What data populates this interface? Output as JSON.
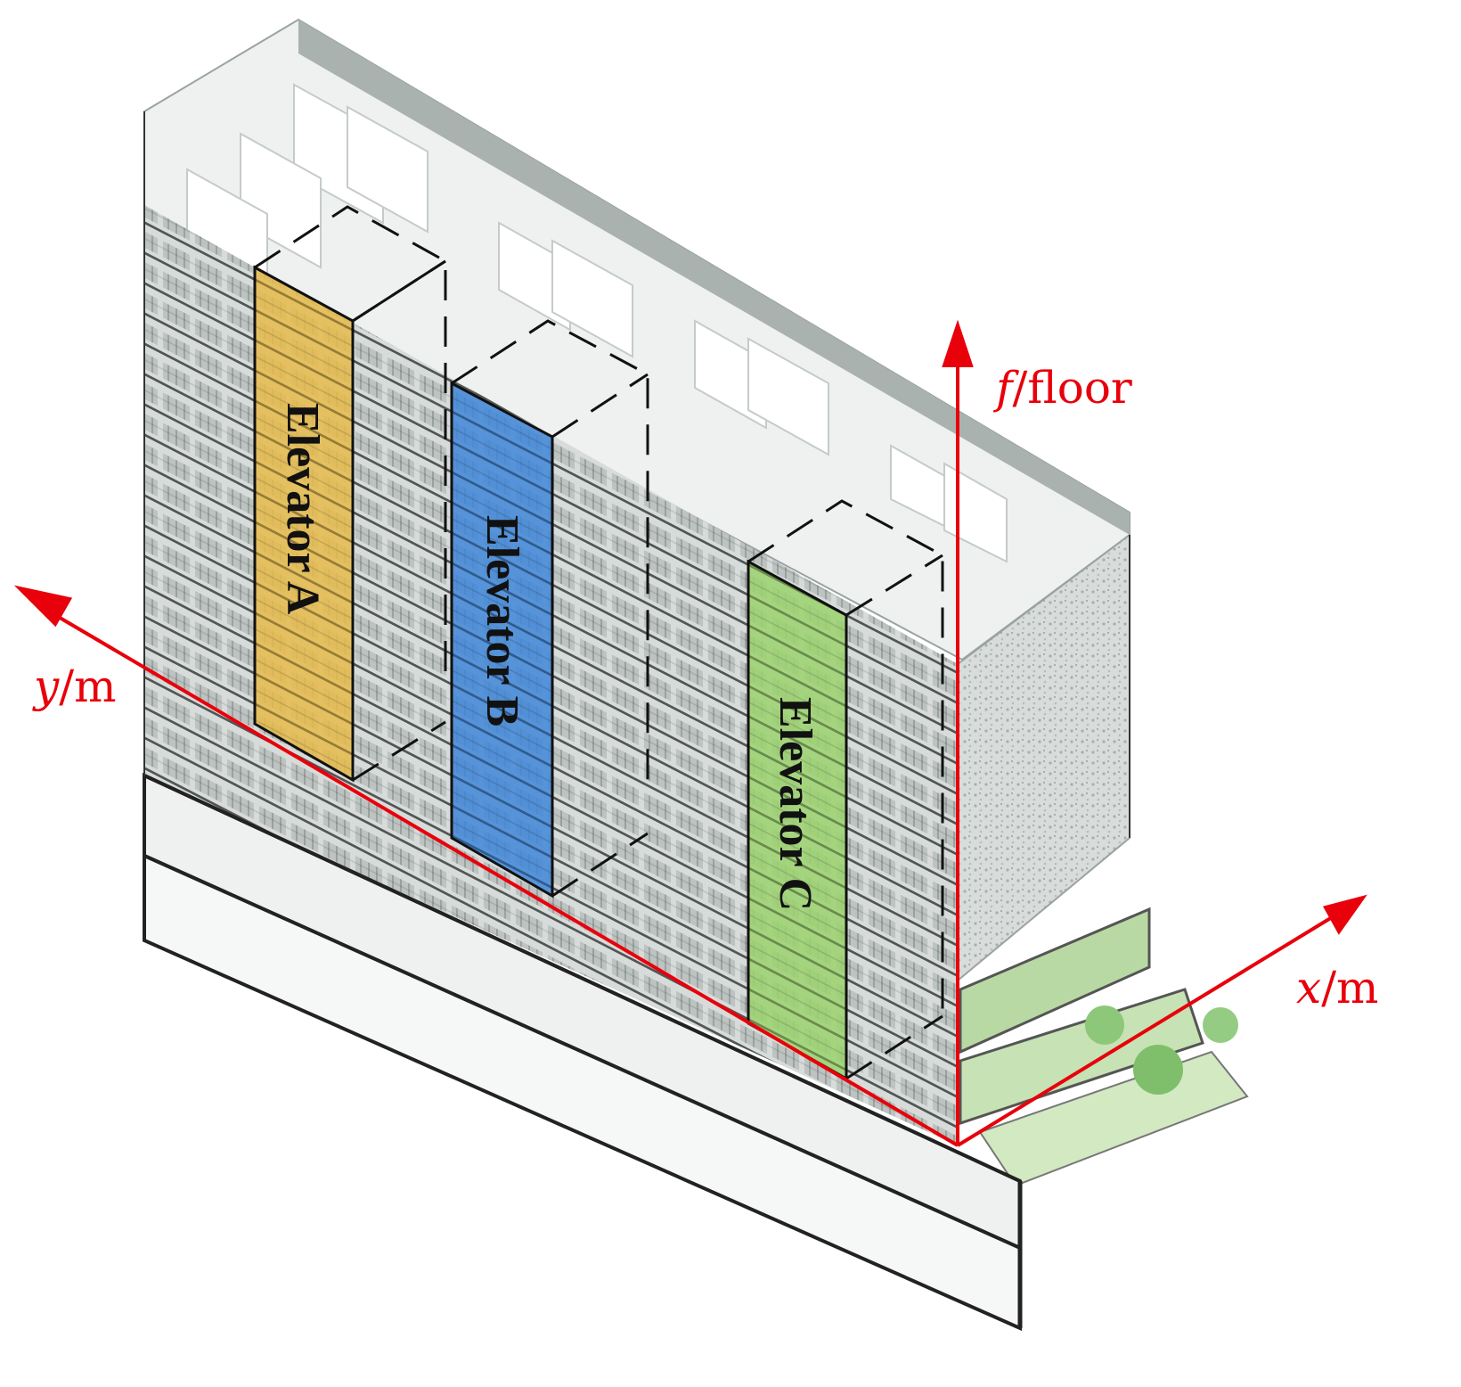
{
  "axes": {
    "f": {
      "symbol": "f",
      "unit": "/floor"
    },
    "y": {
      "symbol": "y",
      "unit": "/m"
    },
    "x": {
      "symbol": "x",
      "unit": "/m"
    }
  },
  "elevators": [
    {
      "label": "Elevator A",
      "color": "#e6bb4a"
    },
    {
      "label": "Elevator B",
      "color": "#3f86d8"
    },
    {
      "label": "Elevator C",
      "color": "#9cd26e"
    }
  ],
  "colors": {
    "axis": "#e8000b",
    "facade": "#d4dad8",
    "roof": "#eef1f0",
    "wall": "#c9cfcd"
  }
}
